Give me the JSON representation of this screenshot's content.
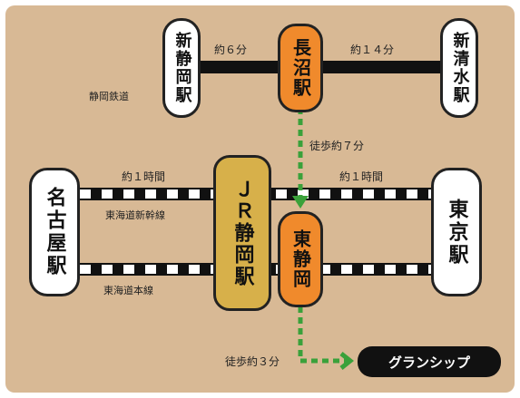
{
  "stations": {
    "shinshizuoka": "新静岡駅",
    "naganuma": "長沼駅",
    "shinshimizu": "新清水駅",
    "nagoya": "名古屋駅",
    "jr_shizuoka": "ＪＲ静岡駅",
    "higashi_shizuoka": "東静岡",
    "tokyo": "東京駅"
  },
  "lines": {
    "shizuoka_railway": "静岡鉄道",
    "shinkansen": "東海道新幹線",
    "honsen": "東海道本線"
  },
  "times": {
    "shinshizuoka_naganuma": "約６分",
    "naganuma_shinshimizu": "約１４分",
    "walk_naganuma": "徒歩約７分",
    "nagoya_shizuoka": "約１時間",
    "shizuoka_tokyo": "約１時間",
    "walk_grandship": "徒歩約３分"
  },
  "destination": "グランシップ",
  "colors": {
    "background": "#d8b995",
    "orange": "#f08a2c",
    "yellow": "#d7b04a",
    "green": "#3aa13a"
  }
}
